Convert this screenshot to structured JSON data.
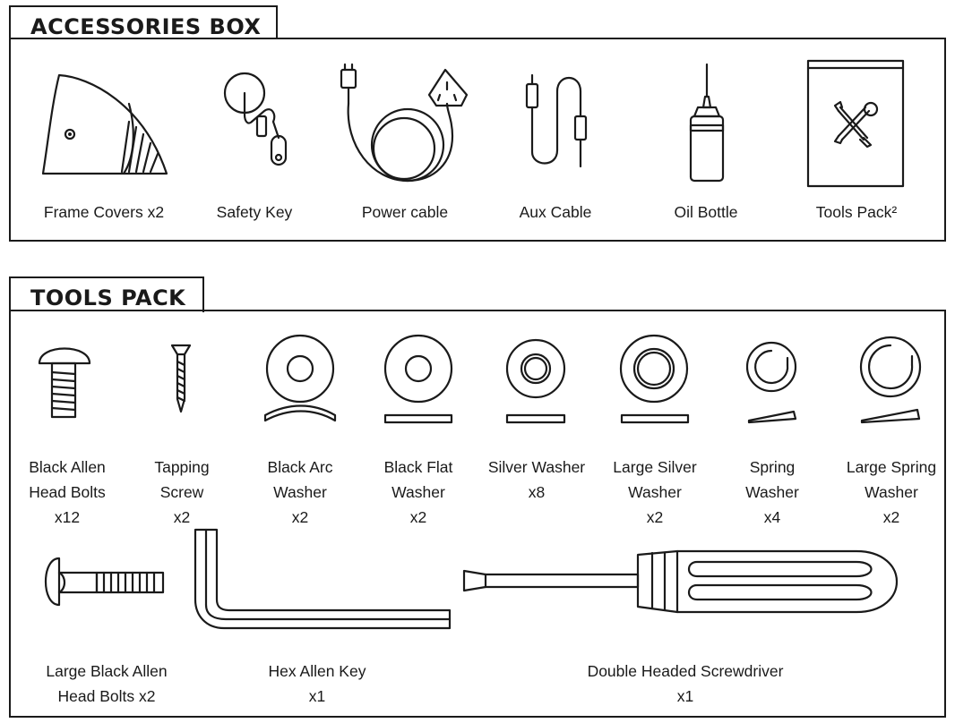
{
  "accessories": {
    "title": "ACCESSORIES BOX",
    "items": [
      {
        "label": "Frame Covers x2",
        "icon": "frame-cover-icon"
      },
      {
        "label": "Safety Key",
        "icon": "safety-key-icon"
      },
      {
        "label": "Power cable",
        "icon": "power-cable-icon"
      },
      {
        "label": "Aux Cable",
        "icon": "aux-cable-icon"
      },
      {
        "label": "Oil Bottle",
        "icon": "oil-bottle-icon"
      },
      {
        "label": "Tools Pack²",
        "icon": "tools-pack-icon"
      }
    ]
  },
  "tools": {
    "title": "TOOLS PACK",
    "items": [
      {
        "line1": "Black Allen",
        "line2": "Head Bolts",
        "qty": "x12",
        "icon": "allen-bolt-icon"
      },
      {
        "line1": "Tapping",
        "line2": "Screw",
        "qty": "x2",
        "icon": "tapping-screw-icon"
      },
      {
        "line1": "Black Arc",
        "line2": "Washer",
        "qty": "x2",
        "icon": "arc-washer-icon"
      },
      {
        "line1": "Black Flat",
        "line2": "Washer",
        "qty": "x2",
        "icon": "flat-washer-icon"
      },
      {
        "line1": "Silver Washer",
        "line2": "x8",
        "qty": "",
        "icon": "silver-washer-icon"
      },
      {
        "line1": "Large Silver",
        "line2": "Washer",
        "qty": "x2",
        "icon": "large-silver-washer-icon"
      },
      {
        "line1": "Spring",
        "line2": "Washer",
        "qty": "x4",
        "icon": "spring-washer-icon"
      },
      {
        "line1": "Large Spring",
        "line2": "Washer",
        "qty": "x2",
        "icon": "large-spring-washer-icon"
      }
    ],
    "large_items": [
      {
        "line1": "Large Black Allen",
        "line2": "Head Bolts x2",
        "icon": "large-allen-bolt-icon"
      },
      {
        "line1": "Hex Allen Key",
        "line2": "x1",
        "icon": "hex-allen-key-icon"
      },
      {
        "line1": "Double Headed Screwdriver",
        "line2": "x1",
        "icon": "screwdriver-icon"
      }
    ]
  }
}
